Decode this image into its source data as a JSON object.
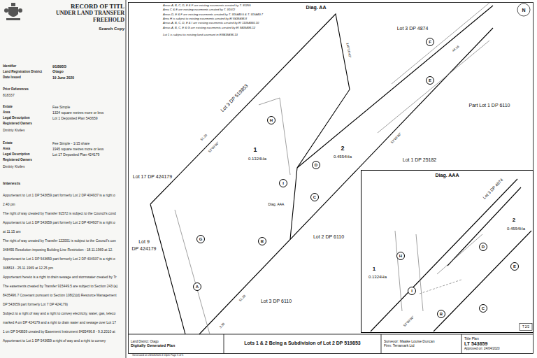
{
  "diagram": {
    "nodes": [
      {
        "text": [
          "Land District: Otago",
          "Digitally Generated Plan"
        ]
      },
      {
        "text": [
          "Lots 1 & 2 Being a Subdivision of Lot 2 DP 519853"
        ]
      },
      {
        "text": [
          "Surveyor: Maake Louise Duncan",
          "Firm: Terramark Ltd"
        ]
      },
      {
        "text": [
          "Title Plan",
          "LT 543659",
          "Approved on: 24/04/2020"
        ]
      },
      {
        "text": [
          "Diag. AAA"
        ]
      },
      {
        "text": [
          "H"
        ]
      },
      {
        "text": [
          "I"
        ]
      },
      {
        "text": [
          "D"
        ]
      },
      {
        "text": [
          "C"
        ]
      },
      {
        "text": [
          "F"
        ]
      },
      {
        "text": [
          "E"
        ]
      },
      {
        "text": [
          "G"
        ]
      },
      {
        "text": [
          "B"
        ]
      },
      {
        "text": [
          "A"
        ]
      },
      {
        "text": [
          "H"
        ],
        "in": 4
      },
      {
        "text": [
          "I"
        ],
        "in": 4
      },
      {
        "text": [
          "D"
        ],
        "in": 4
      },
      {
        "text": [
          "E"
        ],
        "in": 4
      },
      {
        "text": [
          "B"
        ],
        "in": 4
      },
      {
        "text": [
          "C"
        ],
        "in": 4
      }
    ],
    "labels": [
      "RECORD OF TITL",
      "UNDER LAND TRANSFER",
      "FREEHOLD",
      "Search Copy",
      "Identifier",
      "918955",
      "Land Registration District",
      "Otago",
      "Date Issued",
      "19 June 2020",
      "Prior References",
      "818337",
      "Estate",
      "Fee Simple",
      "Area",
      "1324 square metres more or less",
      "Legal Description",
      "Lot 1 Deposited Plan 543659",
      "Registered Owners",
      "Dmitriy Kivilev",
      "Estate",
      "Fee Simple - 1/15 share",
      "Area",
      "1945 square metres more or less",
      "Legal Description",
      "Lot 17 Deposited Plan 424179",
      "Registered Owners",
      "Dmitriy Kivilev",
      "Interests",
      "Appurtenant to Lot 1 DP 543659 part formerly Lot 2 DP 404937 is a right o",
      "2.40 pm",
      "The right of way created by Transfer 91572 is subject to the Council's cond",
      "Appurtenant to Lot 1 DP 543659 part formerly Lot 2 DP 404937 is a right o",
      "at 11.15 am",
      "The right of way created by Transfer 122001 is subject to the Council's con",
      "348455 Resolution imposing Building Line Restriction - 18.11.1969 at 12.",
      "Appurtenant to Lot 1 DP 543659 part formerly Lot 2 DP 404937 is a right o",
      "348813 - 25.11.1969 at 12.25 pm",
      "Appurtenant hereto is a right to drain sewage and stormwater created by Tr",
      "The easements created by Transfer 915449.5 are subject to Section 243 (a)",
      "8435496.7 Covenant pursuant to Section 108(2)(d) Resource Management",
      "DP 543659 part formerly Lot 7 DP 424179)",
      "Subject to a right of way and a right to convey electricity, water, gas, teleco",
      "marked A on DP 424179 and a right to drain water and sewage over Lot 17",
      "1 on DP 543659 created by Easement Instrument 8435496.8 - 9.3.2010 at",
      "Appurtenant to Lot 1 DP 543659 a right of way and a right to convey",
      "Areas A, B, C, D, E & F are existing easements created by T. 91255",
      "Area C & E are existing easements created by T. 91572",
      "Areas D, E & F are existing easements created by T. 915449.5 & T. 915449.7",
      "Area H is subject to existing easements created by EI 8435496.8",
      "Areas A, B, C, D, E & I are existing easements created by EI 11054930.10",
      "Areas A, B, C, E & G are existing easements created by EI 8435496.12",
      "Lot 1 is subject to existing land covenant in EI8435496.13",
      "Diag. AA",
      "Lot 3 DP 519853",
      "Lot 3 DP 4874",
      "Part Lot 1 DP 6110",
      "Lot 1 DP 25182",
      "Lot 17 DP 424179",
      "Lot 9",
      "DP 424179",
      "Lot 2 DP 6110",
      "Lot 3 DP 6110",
      "1",
      "0.1324Ha",
      "2",
      "0.4554Ha",
      "Diag. AAA",
      "53°09'00\"",
      "51.20",
      "53°09'00\"",
      "51.20",
      "140°16'40\"",
      "44.16",
      "3.30",
      "Lot 3 DP 4874",
      "2",
      "0.4554Ha",
      "1",
      "0.1324Ha",
      "53°09'00\"",
      "T 2/2",
      "Generated on 24/04/2020 4:13pm Page 5 of 5",
      "N"
    ]
  }
}
